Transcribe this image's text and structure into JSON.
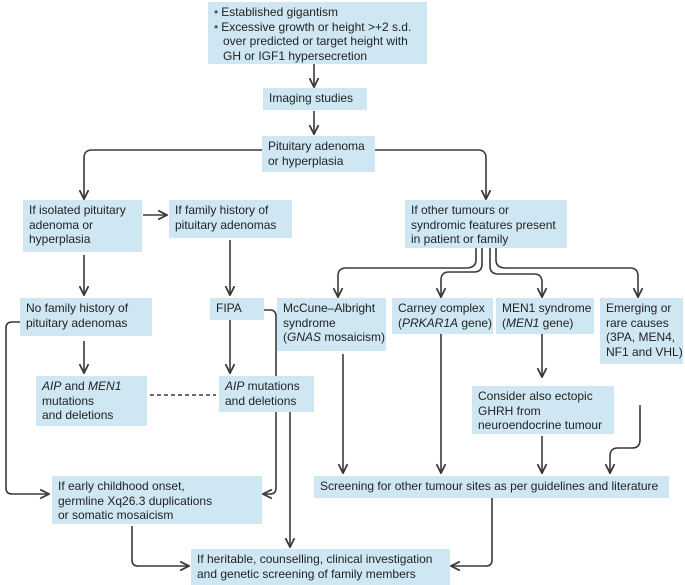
{
  "colors": {
    "box_fill": "#cfe7f3",
    "arrow": "#3a3a3a"
  },
  "start": {
    "bullets": [
      [
        "Established gigantism"
      ],
      [
        "Excessive growth or height >+2 s.d.",
        "over predicted or target height with",
        "GH or IGF1 hypersecretion"
      ]
    ]
  },
  "imaging": "Imaging studies",
  "pituitary": [
    "Pituitary adenoma",
    "or hyperplasia"
  ],
  "isolated": [
    "If isolated pituitary",
    "adenoma or",
    "hyperplasia"
  ],
  "family_history": [
    "If family history of",
    "pituitary adenomas"
  ],
  "other_tumours": [
    "If other tumours or",
    "syndromic features present",
    "in patient or family"
  ],
  "no_family": [
    "No family history of",
    "pituitary adenomas"
  ],
  "fipa": "FIPA",
  "mccune": {
    "l1": "McCune–Albright",
    "l2": "syndrome",
    "l3_italic": "GNAS",
    "l3_rest": " mosaicism)",
    "l3_open": "("
  },
  "carney": {
    "l1": "Carney complex",
    "l2_open": "(",
    "l2_italic": "PRKAR1A",
    "l2_rest": " gene)"
  },
  "men1": {
    "l1": "MEN1 syndrome",
    "l2_open": "(",
    "l2_italic": "MEN1",
    "l2_rest": " gene)"
  },
  "emerging": [
    "Emerging or",
    "rare causes",
    "(3PA, MEN4,",
    "NF1 and VHL)"
  ],
  "aip_men1": {
    "i1": "AIP",
    "and": " and ",
    "i2": "MEN1",
    "l2": "mutations",
    "l3": "and deletions"
  },
  "aip_mut": {
    "i1": "AIP",
    "rest": " mutations",
    "l2": "and deletions"
  },
  "ectopic": [
    "Consider also ectopic",
    "GHRH from",
    "neuroendocrine tumour"
  ],
  "early": [
    "If early childhood onset,",
    "germline Xq26.3 duplications",
    "or somatic mosaicism"
  ],
  "screening": "Screening for other tumour sites as per guidelines and literature",
  "heritable": [
    "If heritable, counselling, clinical investigation",
    "and genetic screening of family members"
  ]
}
